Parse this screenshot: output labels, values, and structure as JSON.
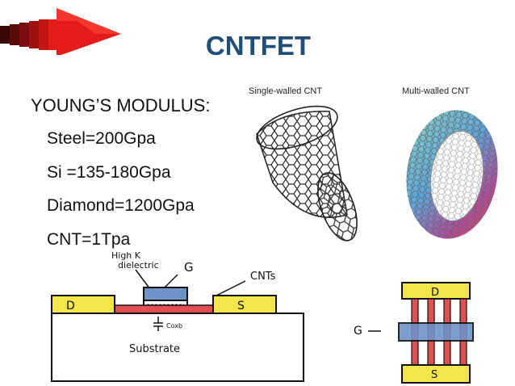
{
  "slide": {
    "title": "CNTFET",
    "heading": "YOUNG’S MODULUS:",
    "bullets": [
      "Steel=200Gpa",
      "Si =135-180Gpa",
      "Diamond=1200Gpa",
      "CNT=1Tpa"
    ]
  },
  "figure_cnt": {
    "label_single": "Single-walled CNT",
    "label_multi": "Multi-walled CNT"
  },
  "figure_fet": {
    "label_high_k": "High K",
    "label_dielectric": "dielectric",
    "label_gate": "G",
    "label_cnts": "CNTs",
    "label_drain": "D",
    "label_source": "S",
    "label_cox": "Coxb",
    "label_substrate": "Substrate",
    "label_gate_top": "G",
    "label_drain_top": "D",
    "label_source_top": "S"
  },
  "colors": {
    "title": "#1f4e79",
    "logo_red": "#e31b1b",
    "contact_yellow": "#f2e64a",
    "gate_blue": "#6f93c7",
    "cnt_red": "#e05050"
  }
}
